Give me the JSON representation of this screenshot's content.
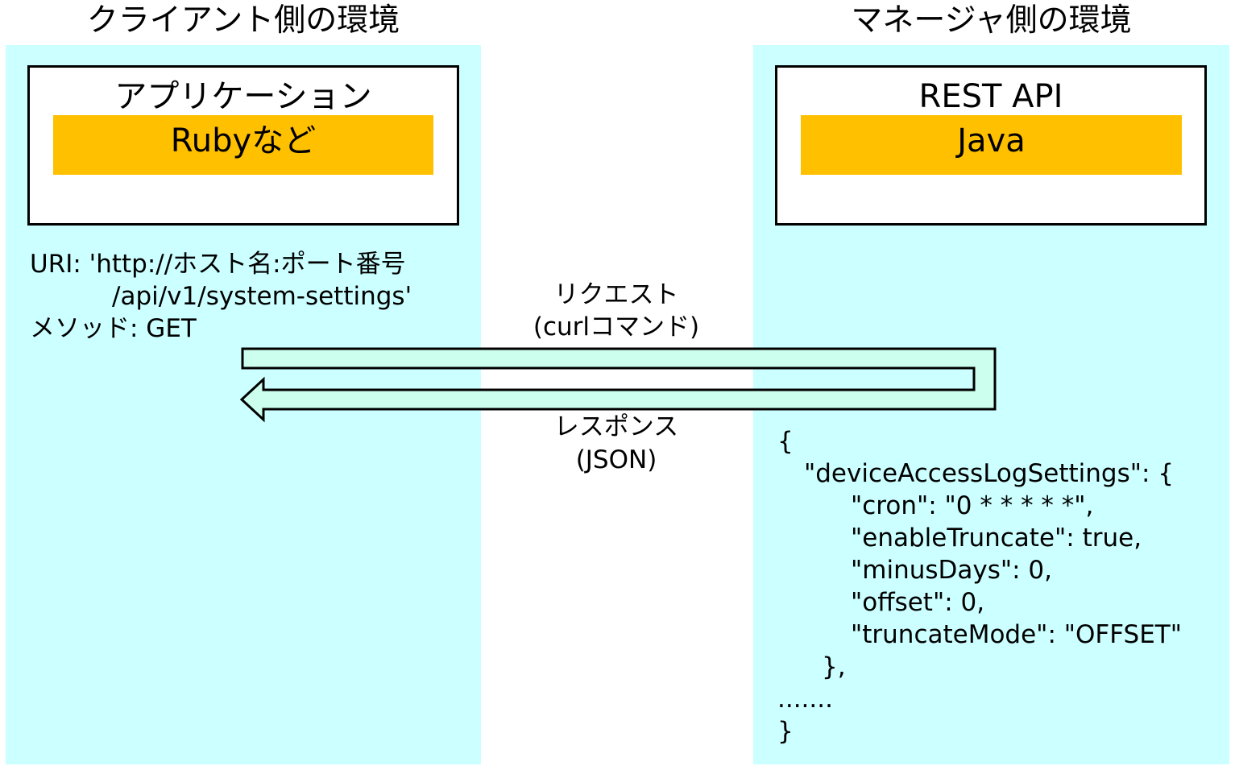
{
  "client": {
    "title": "クライアント側の環境",
    "app_box_title": "アプリケーション",
    "app_language": "Rubyなど",
    "uri_line1": "URI: 'http://ホスト名:ポート番号",
    "uri_line2": "/api/v1/system-settings'",
    "method_line": "メソッド: GET"
  },
  "manager": {
    "title": "マネージャ側の環境",
    "api_box_title": "REST API",
    "api_language": "Java"
  },
  "request": {
    "label": "リクエスト",
    "sublabel": "(curlコマンド)"
  },
  "response": {
    "label": "レスポンス",
    "sublabel": "(JSON)",
    "json_lines": [
      "{",
      "\"deviceAccessLogSettings\": {",
      "\"cron\": \"0 * * * * *\",",
      "\"enableTruncate\": true,",
      "\"minusDays\": 0,",
      "\"offset\": 0,",
      "\"truncateMode\": \"OFFSET\"",
      "},",
      ".......",
      "}"
    ]
  },
  "colors": {
    "panel_bg": "#ccffff",
    "language_bar": "#ffc000",
    "arrow_fill": "#ccffee",
    "box_border": "#000000"
  }
}
